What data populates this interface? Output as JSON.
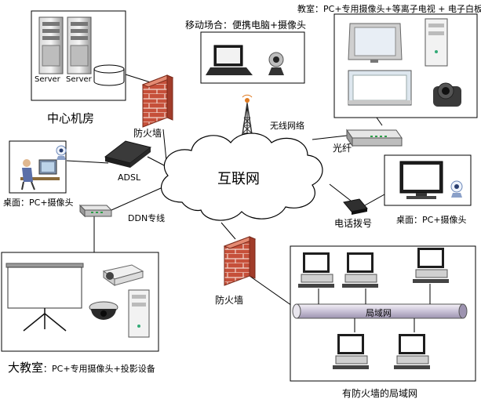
{
  "center_room": {
    "title": "中心机房",
    "server1": "Server",
    "server2": "Server"
  },
  "internet": {
    "label": "互联网"
  },
  "firewall_top": {
    "label": "防火墙"
  },
  "firewall_bottom": {
    "label": "防火墙"
  },
  "mobile": {
    "label": "移动场合：便携电脑+摄像头"
  },
  "wireless": {
    "label": "无线网络"
  },
  "classroom": {
    "label": "教室：PC+专用摄像头+等离子电视 + 电子白板"
  },
  "fiber": {
    "label": "光纤"
  },
  "adsl": {
    "label": "ADSL"
  },
  "desk_left": {
    "label": "桌面：PC+摄像头"
  },
  "desk_right": {
    "label": "桌面：PC+摄像头"
  },
  "ddn": {
    "label": "DDN专线"
  },
  "dialup": {
    "label": "电话拨号"
  },
  "lan_box": {
    "lan_label": "局域网",
    "caption": "有防火墙的局域网"
  },
  "big_classroom": {
    "label_main": "大教室",
    "label_rest": "：PC+专用摄像头+投影设备"
  }
}
